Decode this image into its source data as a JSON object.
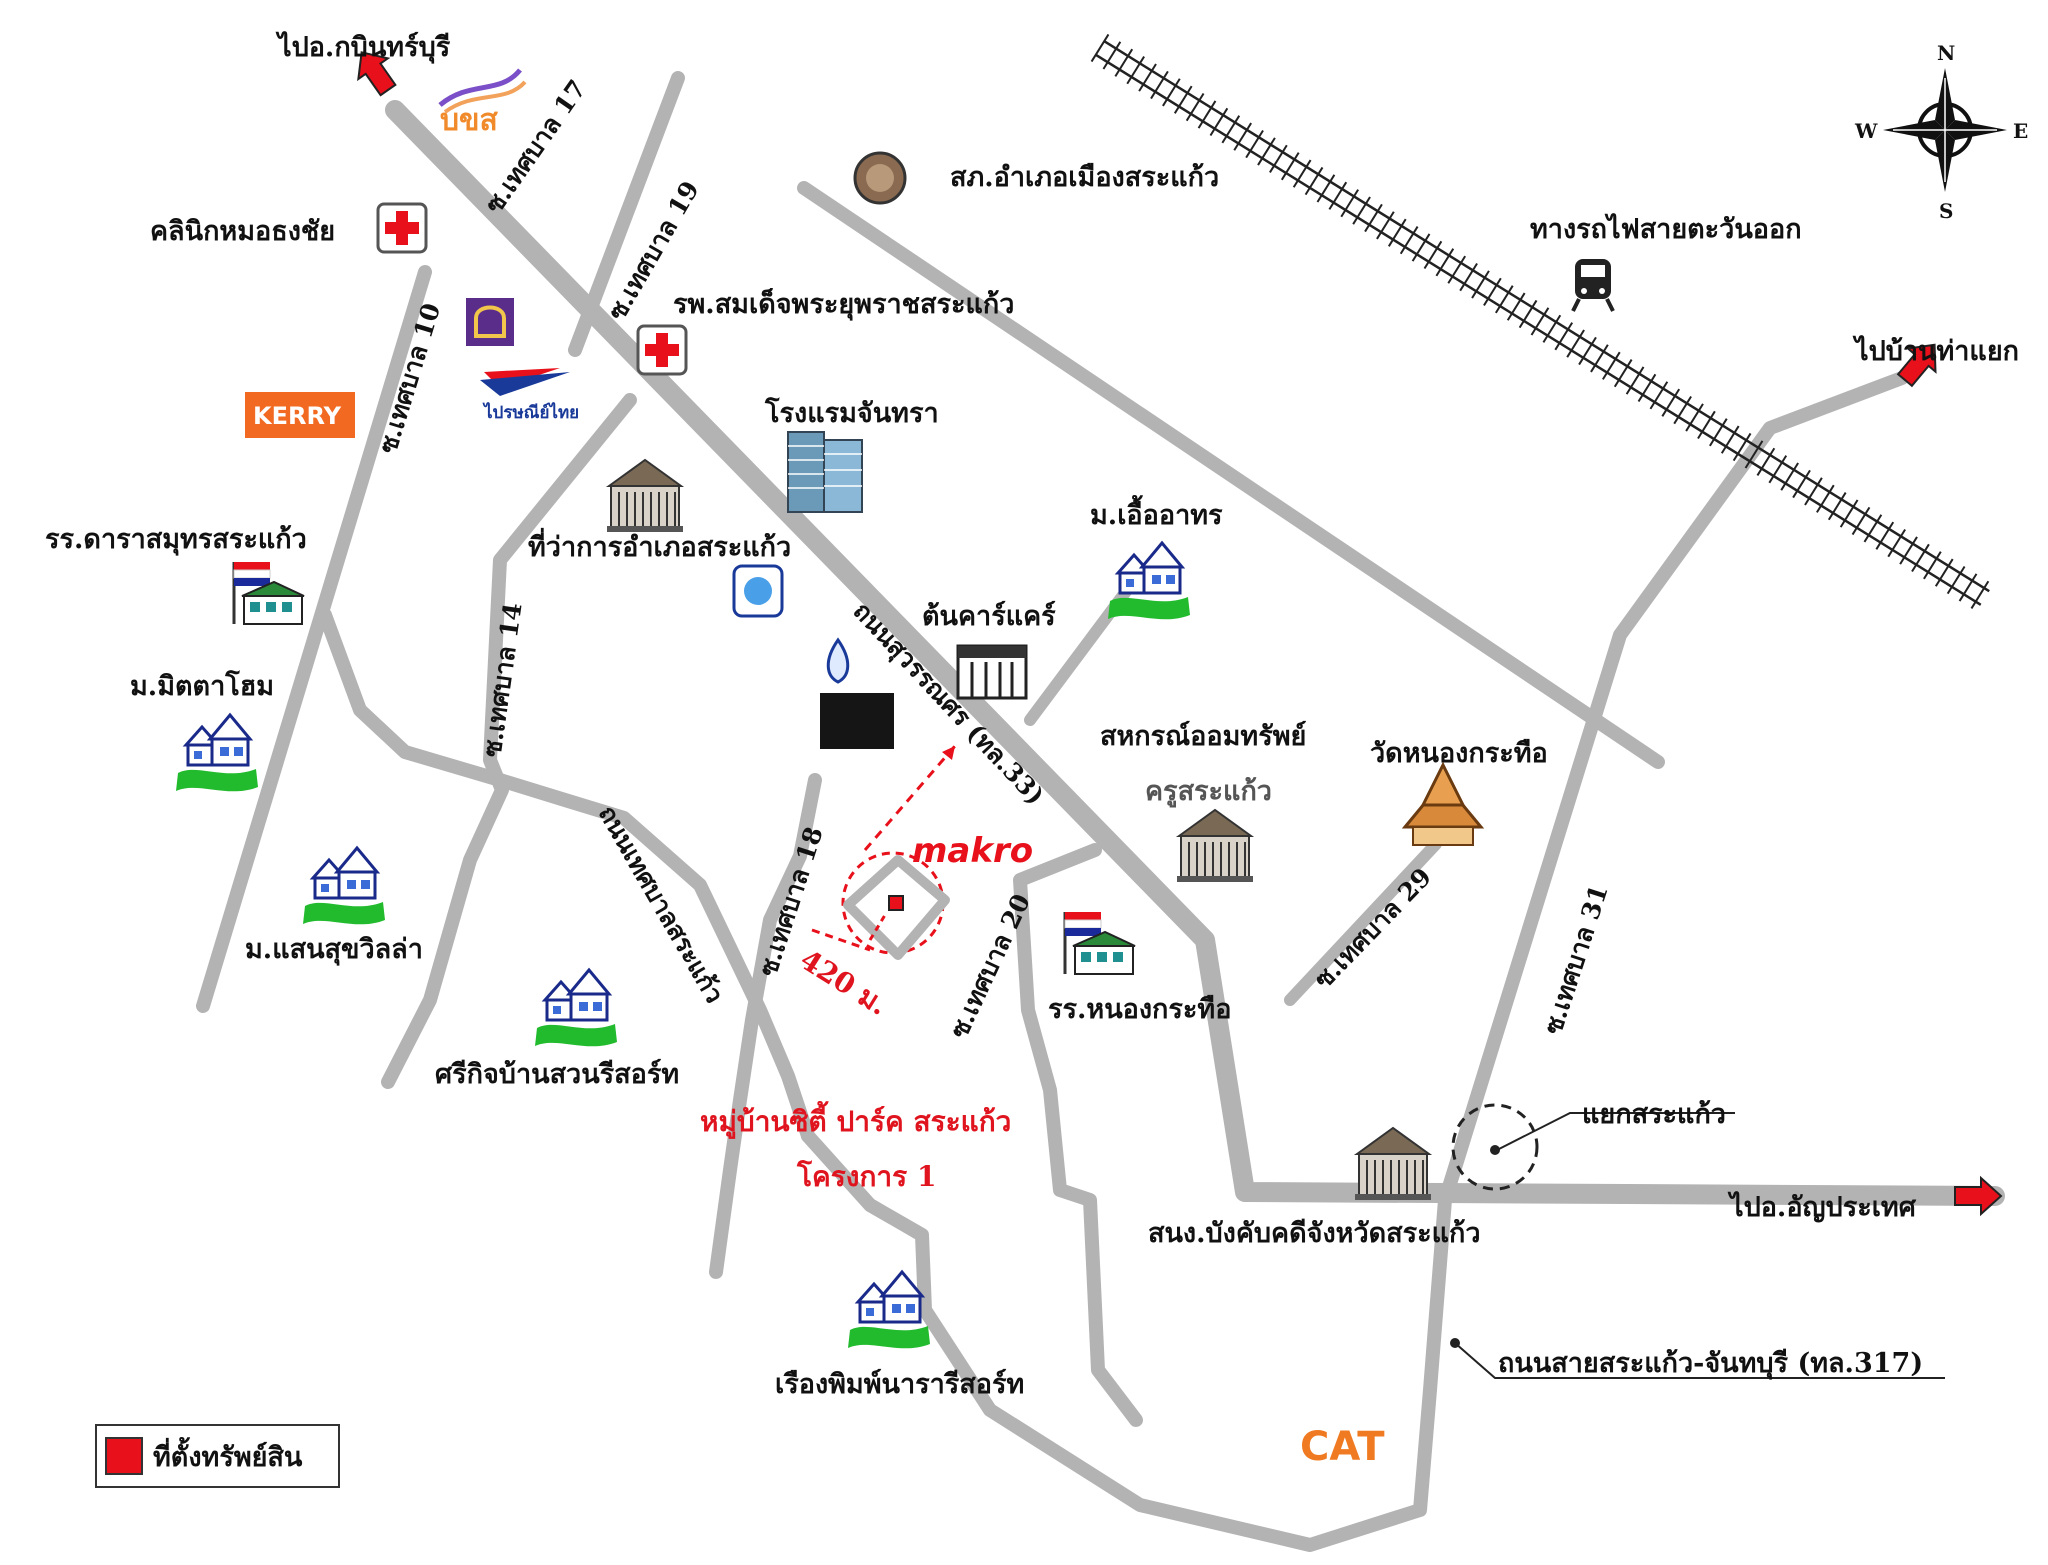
{
  "labels": {
    "to_kabin_buri": "ไปอ.กบินทร์บุรี",
    "police": "สภ.อำเภอเมืองสระแก้ว",
    "railway": "ทางรถไฟสายตะวันออก",
    "to_ban_tha_yaek": "ไปบ้านท่าแยก",
    "clinic": "คลินิกหมอธงชัย",
    "hospital": "รพ.สมเด็จพระยุพราชสระแก้ว",
    "hotel": "โรงแรมจันทรา",
    "district_office": "ที่ว่าการอำเภอสระแก้ว",
    "school_dara": "รร.ดาราสมุทรสระแก้ว",
    "mitta_home": "ม.มิตตาโฮม",
    "saen_suk": "ม.แสนสุขวิลล่า",
    "sri_kit": "ศรีกิจบ้านสวนรีสอร์ท",
    "aue_athon": "ม.เอื้ออาทร",
    "ton_car_care": "ต้นคาร์แคร์",
    "cooperative": "สหกรณ์ออมทรัพย์",
    "cooperative_sub": "ครูสระแก้ว",
    "wat": "วัดหนองกระทือ",
    "school_nong": "รร.หนองกระทือ",
    "project_name": "หมู่บ้านซิตี้ ปาร์ค สระแก้ว",
    "project_phase": "โครงการ 1",
    "distance": "420 ม.",
    "junction": "แยกสระแก้ว",
    "to_aranya": "ไปอ.อัญประเทศ",
    "court": "สนง.บังคับคดีจังหวัดสระแก้ว",
    "ruang_phim": "เรืองพิมพ์นารารีสอร์ท",
    "highway_317": "ถนนสายสระแก้ว-จันทบุรี (ทล.317)"
  },
  "roads": {
    "soi_17": "ซ.เทศบาล 17",
    "soi_19": "ซ.เทศบาล 19",
    "soi_10": "ซ.เทศบาล 10",
    "soi_14": "ซ.เทศบาล 14",
    "soi_18": "ซ.เทศบาล 18",
    "soi_20": "ซ.เทศบาล 20",
    "soi_29": "ซ.เทศบาล 29",
    "soi_31": "ซ.เทศบาล 31",
    "suwannasorn": "ถนนสุวรรณศร (ทล.33)",
    "thetsaban_sakaeo": "ถนนเทศบาลสระแก้ว"
  },
  "compass": {
    "n": "N",
    "s": "S",
    "e": "E",
    "w": "W"
  },
  "brands": {
    "bks": "บขส",
    "kerry": "KERRY",
    "thai_post": "ไปรษณีย์ไทย",
    "makro": "makro",
    "cat": "CAT"
  },
  "legend": {
    "label": "ที่ตั้งทรัพย์สิน",
    "color": "#e8101a"
  },
  "colors": {
    "road": "#b3b3b3",
    "marker": "#e8101a",
    "project_text": "#e0141e"
  }
}
